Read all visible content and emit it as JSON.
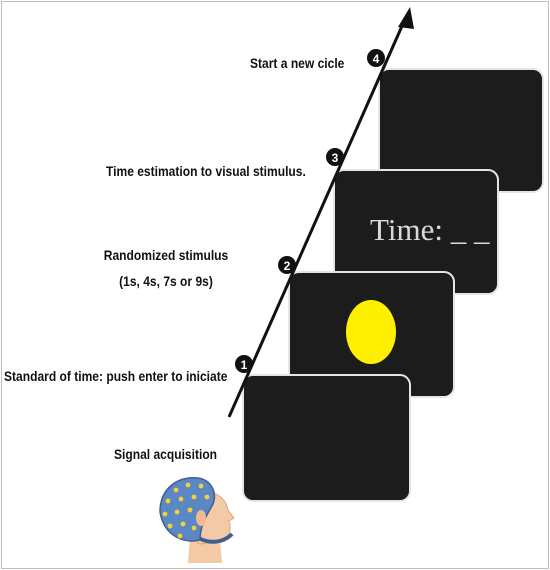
{
  "steps": [
    {
      "number": "4",
      "label": "Start a new cicle"
    },
    {
      "number": "3",
      "label": "Time estimation to visual stimulus."
    },
    {
      "number": "2",
      "label_line1": "Randomized stimulus",
      "label_line2": "(1s, 4s, 7s or 9s)"
    },
    {
      "number": "1",
      "label": "Standard of time: push enter to iniciate"
    }
  ],
  "acquisition_label": "Signal acquisition",
  "screen_text": "Time: _ _",
  "colors": {
    "screen": "#1c1c1c",
    "stimulus": "#fff000",
    "marker": "#111111",
    "screen_text": "#d9d9d9",
    "cap": "#5b87c4",
    "skin": "#f3c9a6",
    "electrode": "#f2d03c"
  }
}
